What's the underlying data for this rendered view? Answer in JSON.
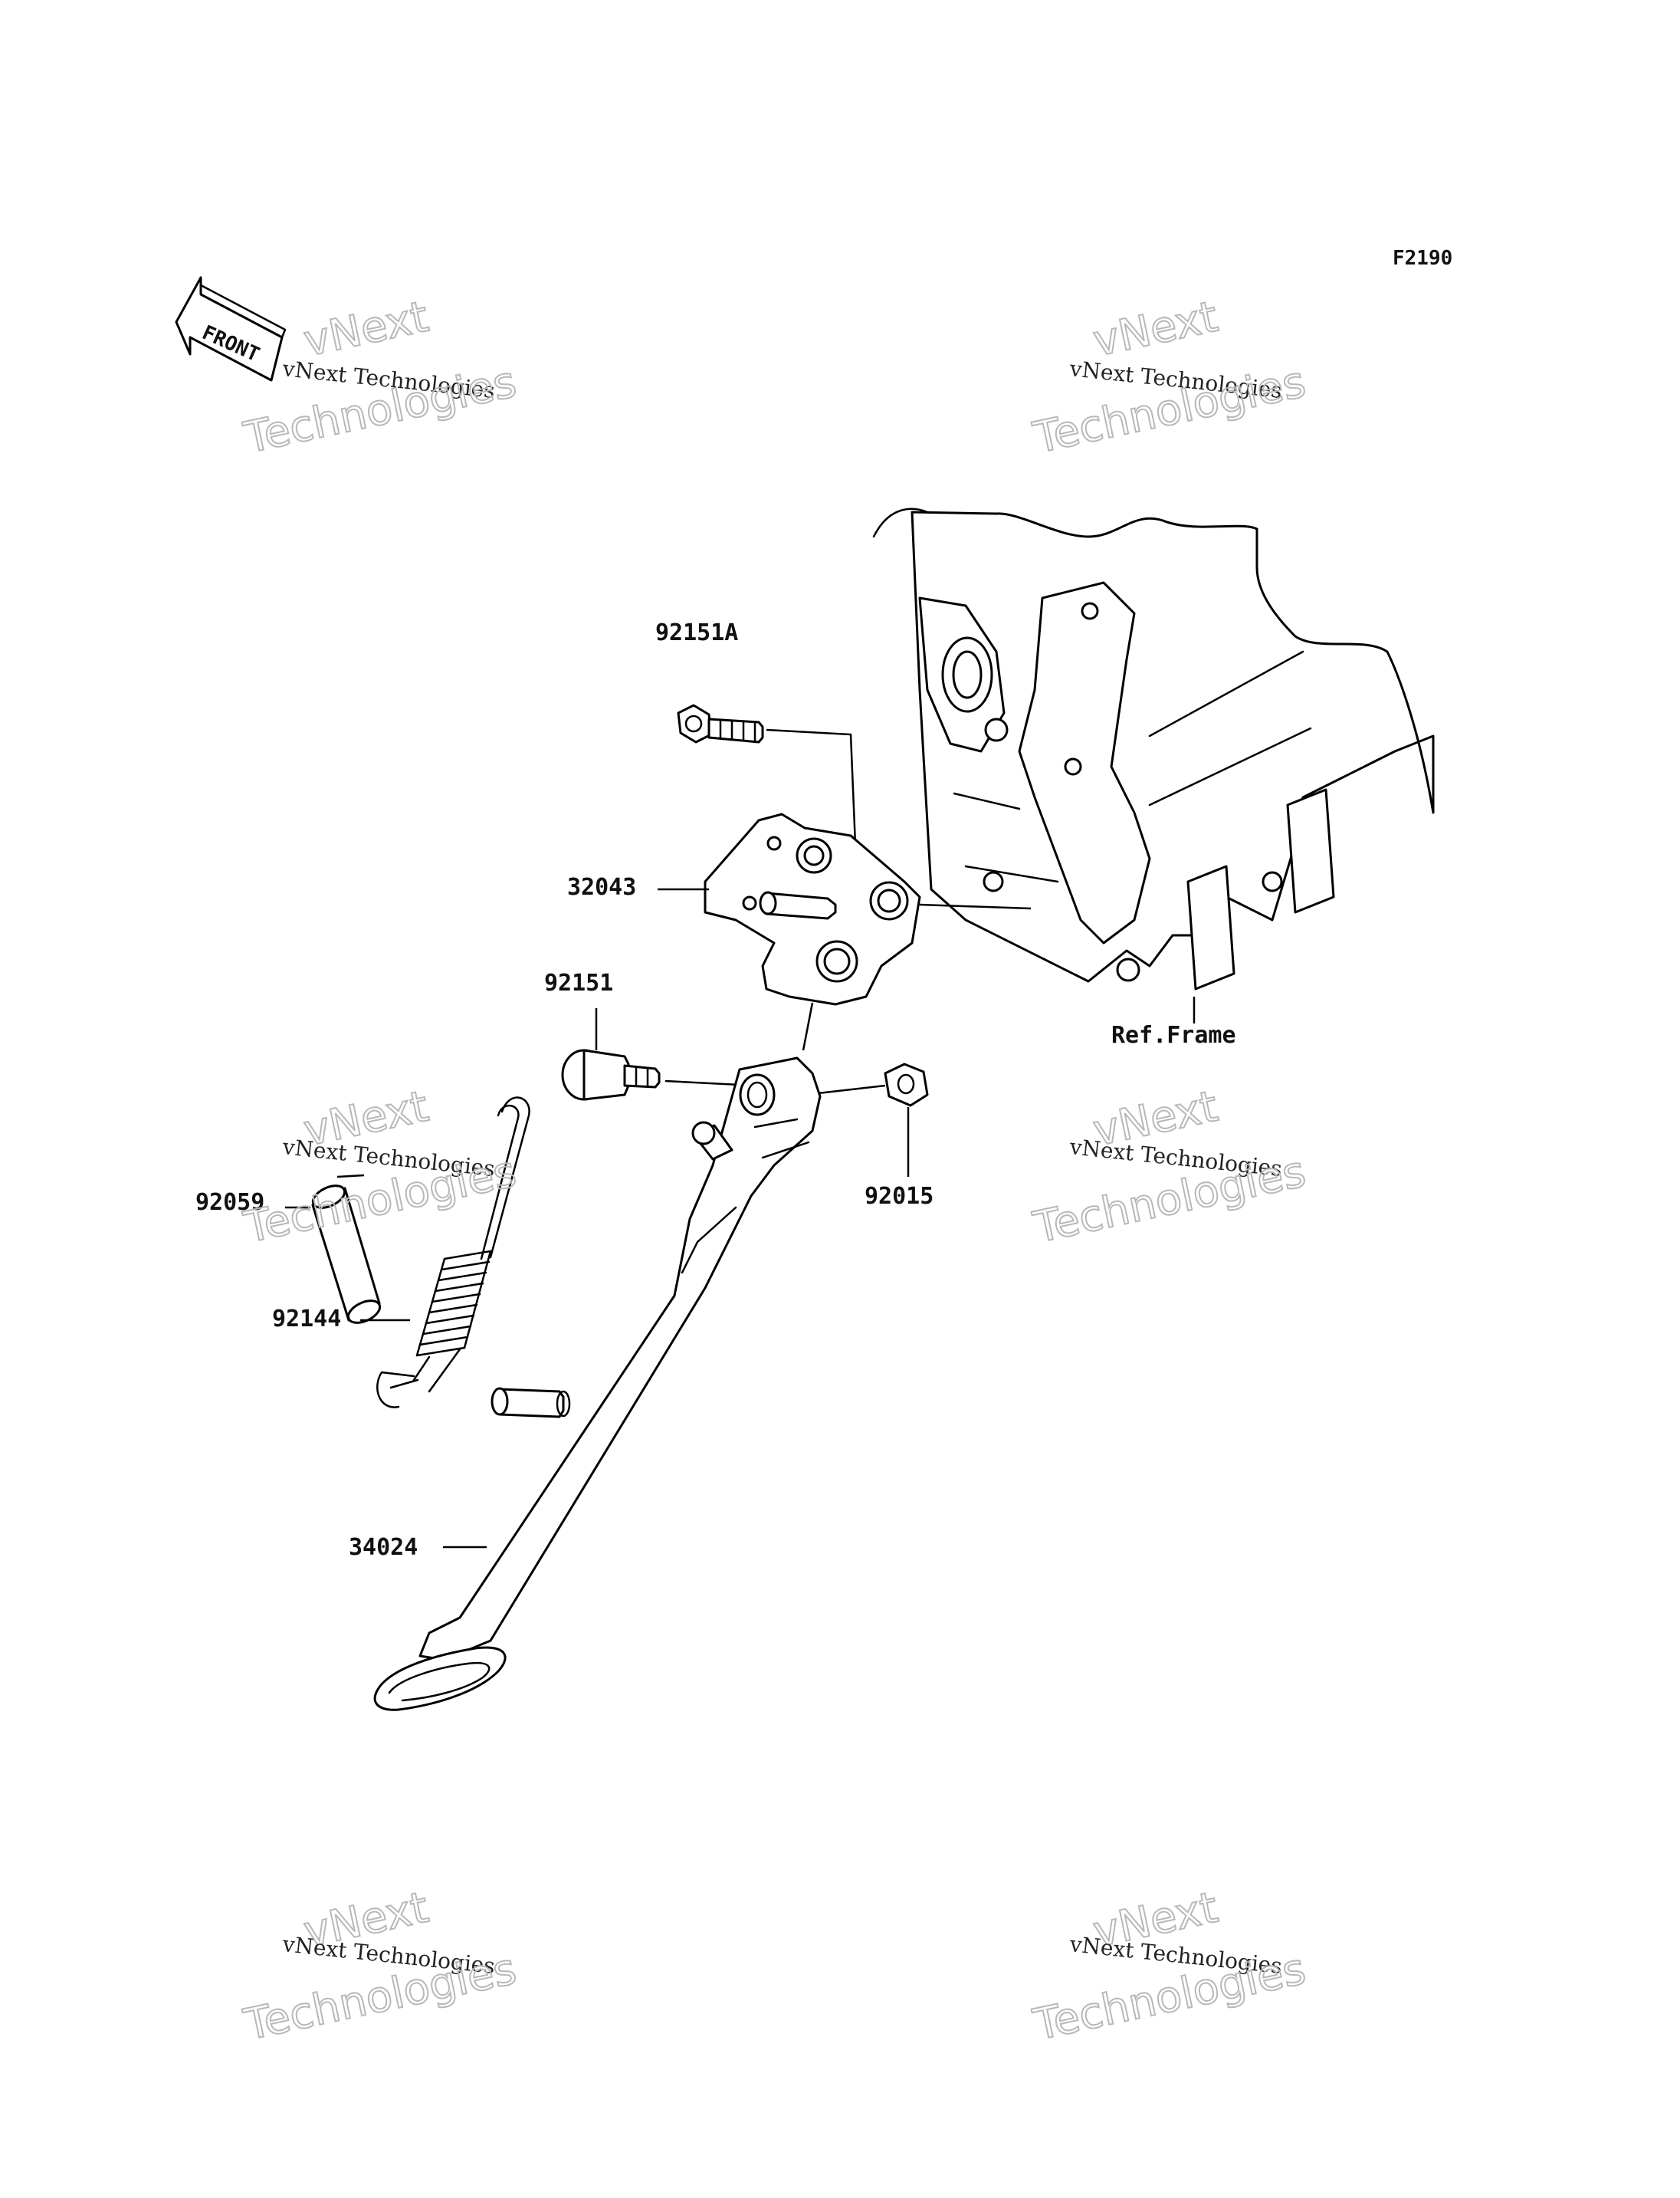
{
  "diagram": {
    "code": "F2190",
    "front_label": "FRONT",
    "parts": {
      "p92151A": "92151A",
      "p32043": "32043",
      "p92151": "92151",
      "p92059": "92059",
      "p92144": "92144",
      "p92015": "92015",
      "p34024": "34024",
      "ref_frame": "Ref.Frame"
    }
  },
  "watermark": {
    "line1": "vNext",
    "line2": "vNext Technologies",
    "line3": "Technologies"
  }
}
